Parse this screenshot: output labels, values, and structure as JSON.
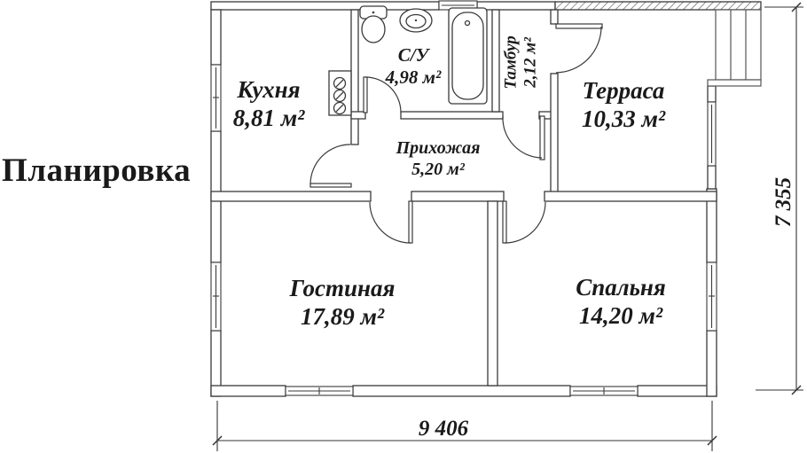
{
  "title": "Планировка",
  "rooms": {
    "kitchen": {
      "name": "Кухня",
      "area": "8,81 м²"
    },
    "bathroom": {
      "name": "С/У",
      "area": "4,98 м²"
    },
    "vestibule": {
      "name": "Тамбур",
      "area": "2,12 м²"
    },
    "terrace": {
      "name": "Терраса",
      "area": "10,33 м²"
    },
    "hallway": {
      "name": "Прихожая",
      "area": "5,20 м²"
    },
    "living_room": {
      "name": "Гостиная",
      "area": "17,89 м²"
    },
    "bedroom": {
      "name": "Спальня",
      "area": "14,20 м²"
    }
  },
  "dimensions": {
    "width_mm": "9 406",
    "height_mm": "7 355"
  },
  "colors": {
    "line": "#2b2b2b",
    "text": "#1a1a1a"
  }
}
